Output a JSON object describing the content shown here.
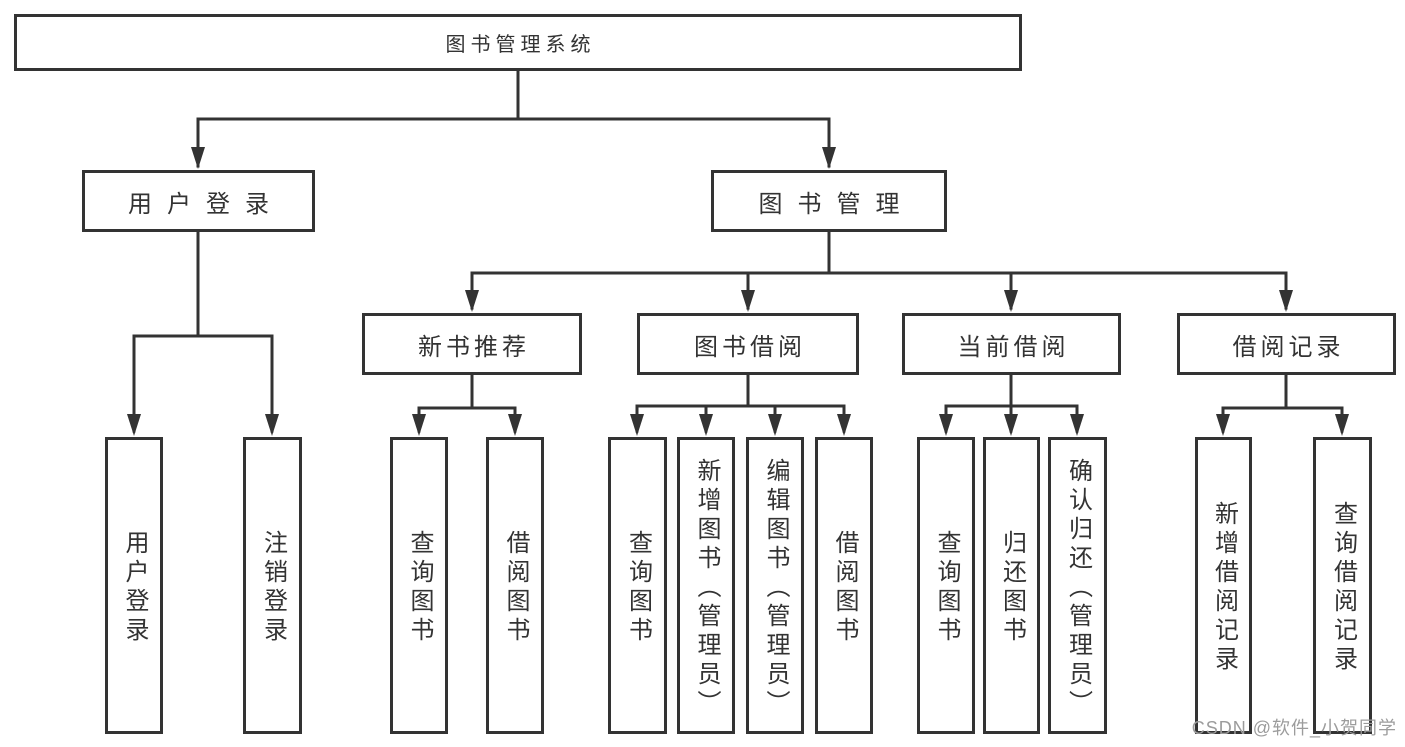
{
  "diagram": {
    "root": "图书管理系统",
    "branches": {
      "user": "用户登录",
      "mgmt": "图书管理"
    },
    "modules": {
      "recommend": "新书推荐",
      "borrow": "图书借阅",
      "current": "当前借阅",
      "records": "借阅记录"
    },
    "leaves": {
      "user_login": "用户登录",
      "user_logout": "注销登录",
      "rcm_query": "查询图书",
      "rcm_borrow": "借阅图书",
      "bor_query": "查询图书",
      "bor_add": "新增图书（管理员）",
      "bor_edit": "编辑图书（管理员）",
      "bor_borrow": "借阅图书",
      "cur_query": "查询图书",
      "cur_return": "归还图书",
      "cur_confirm": "确认归还（管理员）",
      "log_add": "新增借阅记录",
      "log_query": "查询借阅记录"
    }
  },
  "watermark": "CSDN @软件_小贺同学",
  "colors": {
    "line": "#333333",
    "text": "#333333",
    "watermark": "#9c9c9c",
    "background": "#ffffff"
  }
}
